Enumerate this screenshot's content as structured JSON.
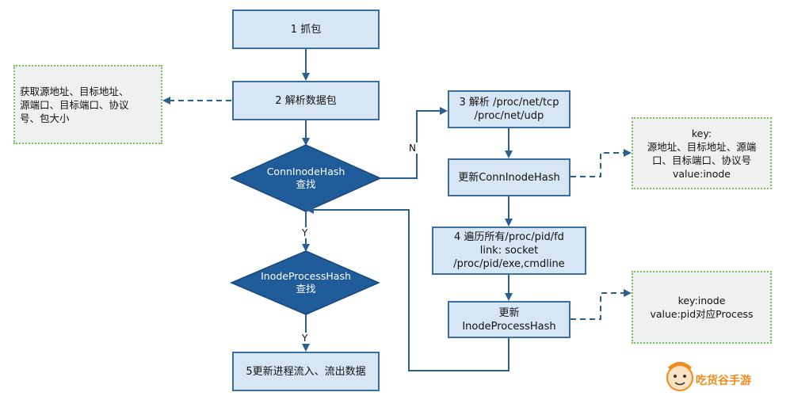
{
  "nodes": {
    "step1": "1 抓包",
    "step2": "2 解析数据包",
    "step3": "3 解析 /proc/net/tcp\n/proc/net/udp",
    "update_conn": "更新ConnInodeHash",
    "step4": "4 遍历所有/proc/pid/fd\nlink: socket\n/proc/pid/exe,cmdline",
    "update_inode": "更新\nInodeProcessHash",
    "step5": "5更新进程流入、流出数据",
    "decision1": "ConnInodeHash\n查找",
    "decision2": "InodeProcessHash\n查找"
  },
  "notes": {
    "packet_fields": "获取源地址、目标地址、\n源端口、目标端口、协议\n号、包大小",
    "conn_key": "key:\n源地址、目标地址、源端\n口、目标端口、协议号\nvalue:inode",
    "inode_key": "key:inode\nvalue:pid对应Process"
  },
  "edges": {
    "no": "N",
    "yes1": "Y",
    "yes2": "Y"
  },
  "watermark": {
    "brand": "吃货谷手游"
  },
  "colors": {
    "box_fill": "#d7e6f4",
    "box_border": "#3c6e9e",
    "diamond_fill": "#1f5c99",
    "arrow": "#2a5f8f",
    "note_border": "#7cbf5a"
  }
}
